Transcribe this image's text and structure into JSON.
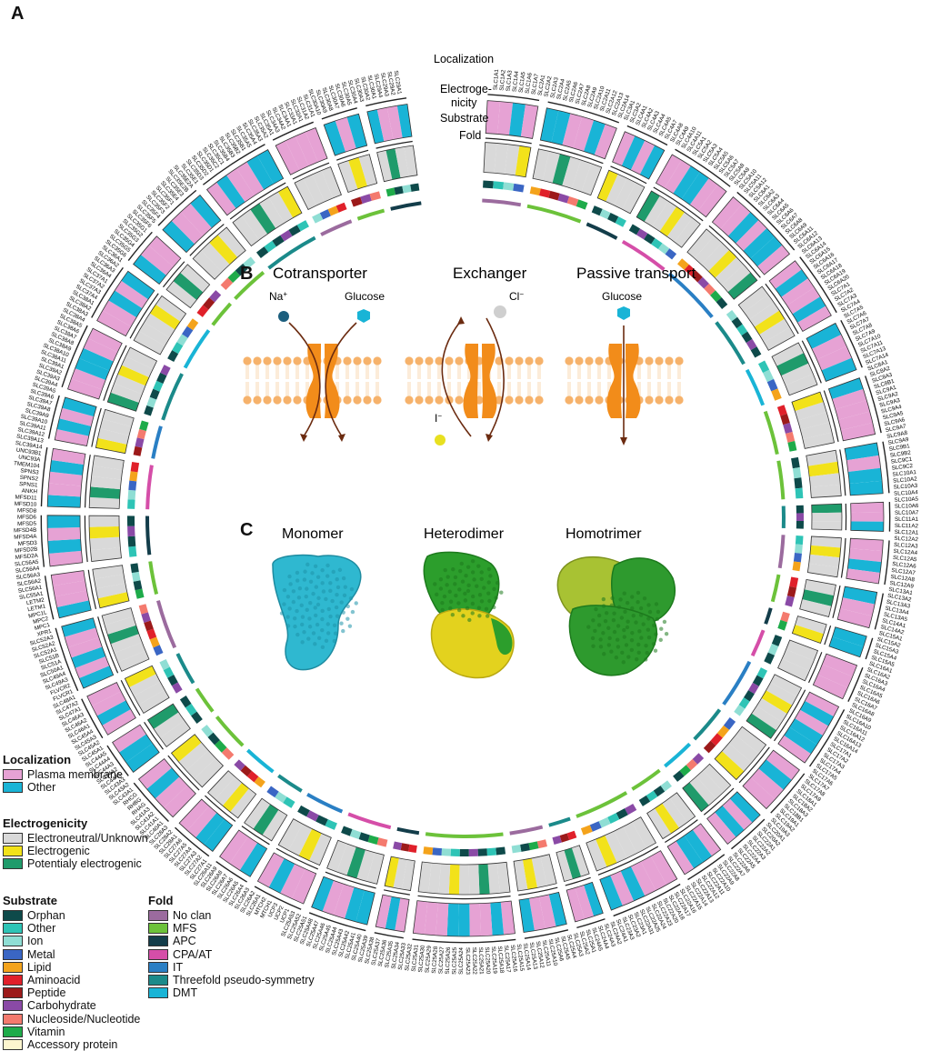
{
  "panels": {
    "a": "A",
    "b": "B",
    "c": "C"
  },
  "ring_labels": {
    "localization": "Localization",
    "electro_1": "Electroge-",
    "electro_2": "nicity",
    "substrate": "Substrate",
    "fold": "Fold"
  },
  "gene_labels": {
    "left": [
      "SLC40A1",
      "SLC41A1",
      "SLC41A2",
      "SLC41A3",
      "RHAG",
      "RHBG",
      "RHCG",
      "SLC43A1",
      "SLC43A2",
      "SLC43A3",
      "SLC44A1",
      "SLC44A2",
      "SLC44A3",
      "SLC44A4",
      "SLC44A5",
      "SLC45A1",
      "SLC45A2",
      "SLC45A3",
      "SLC45A4",
      "SLC46A1",
      "SLC46A2",
      "SLC46A3",
      "SLC47A1",
      "SLC47A2",
      "SLC48A1",
      "FLVCR1",
      "FLVCR2",
      "SLC49A3",
      "SLC49A4",
      "SLC50A1",
      "SLC51A",
      "SLC51B",
      "SLC52A1",
      "SLC52A2",
      "SLC52A3",
      "XPR1",
      "MPC1",
      "MPC2",
      "MPC1L",
      "LETM1",
      "LETM2",
      "SLC55A1",
      "SLC56A1",
      "SLC56A2",
      "SLC56A3",
      "SLC56A4",
      "SLC56A5",
      "MFSD2A",
      "MFSD2B",
      "MFSD3",
      "MFSD4A",
      "MFSD4B",
      "MFSD5",
      "MFSD6",
      "MFSD8",
      "MFSD10",
      "MFSD11",
      "ANKH",
      "SPNS1",
      "SPNS2",
      "SPNS3",
      "TMEM104",
      "UNC93A",
      "UNC93B1",
      "SLC39A14",
      "SLC39A13",
      "SLC39A12",
      "SLC39A11",
      "SLC39A10",
      "SLC39A9",
      "SLC39A8",
      "SLC39A7",
      "SLC39A6",
      "SLC39A5",
      "SLC39A4",
      "SLC39A3",
      "SLC39A2",
      "SLC39A1",
      "SLC38A11",
      "SLC38A10",
      "SLC38A9",
      "SLC38A8",
      "SLC38A7",
      "SLC38A6",
      "SLC38A5",
      "SLC38A4",
      "SLC38A3",
      "SLC38A2",
      "SLC38A1",
      "SLC37A4",
      "SLC37A3",
      "SLC37A2",
      "SLC37A1",
      "SLC36A4",
      "SLC36A3",
      "SLC36A2",
      "SLC36A1",
      "SLC35G6",
      "SLC35G5",
      "SLC35G4",
      "SLC35G3",
      "SLC35G2",
      "SLC35G1",
      "SLC35F6",
      "SLC35F5",
      "SLC35F4",
      "SLC35F3",
      "SLC35F2",
      "SLC35F1",
      "SLC35E4",
      "SLC35E3",
      "SLC35E2B",
      "SLC35E2A",
      "SLC35E1",
      "SLC35D3",
      "SLC35D2",
      "SLC35D1",
      "SLC35C2",
      "SLC35C1",
      "SLC35B4",
      "SLC35B3",
      "SLC35B2",
      "SLC35B1",
      "SLC35A5",
      "SLC35A4",
      "SLC35A3",
      "SLC35A2",
      "SLC35A1",
      "SLC34A3",
      "SLC34A2",
      "SLC34A1",
      "SLC33A1",
      "SLC32A1",
      "SLC31A2",
      "SLC31A1",
      "SLC30A10",
      "SLC30A9",
      "SLC30A8",
      "SLC30A7",
      "SLC30A6",
      "SLC30A5",
      "SLC30A4",
      "SLC30A3",
      "SLC30A2",
      "SLC30A1",
      "SLC29A4",
      "SLC29A3",
      "SLC29A2",
      "SLC29A1"
    ],
    "right": [
      "SLC1A1",
      "SLC1A2",
      "SLC1A3",
      "SLC1A4",
      "SLC1A5",
      "SLC1A6",
      "SLC1A7",
      "SLC2A1",
      "SLC2A2",
      "SLC2A3",
      "SLC2A4",
      "SLC2A5",
      "SLC2A6",
      "SLC2A7",
      "SLC2A8",
      "SLC2A9",
      "SLC2A10",
      "SLC2A11",
      "SLC2A12",
      "SLC2A13",
      "SLC2A14",
      "SLC3A1",
      "SLC3A2",
      "SLC4A1",
      "SLC4A2",
      "SLC4A3",
      "SLC4A4",
      "SLC4A5",
      "SLC4A7",
      "SLC4A8",
      "SLC4A9",
      "SLC4A10",
      "SLC4A11",
      "SLC5A1",
      "SLC5A2",
      "SLC5A3",
      "SLC5A4",
      "SLC5A5",
      "SLC5A6",
      "SLC5A7",
      "SLC5A8",
      "SLC5A9",
      "SLC5A10",
      "SLC5A11",
      "SLC5A12",
      "SLC6A1",
      "SLC6A2",
      "SLC6A3",
      "SLC6A4",
      "SLC6A5",
      "SLC6A6",
      "SLC6A7",
      "SLC6A8",
      "SLC6A9",
      "SLC6A11",
      "SLC6A12",
      "SLC6A13",
      "SLC6A14",
      "SLC6A15",
      "SLC6A16",
      "SLC6A17",
      "SLC6A18",
      "SLC6A19",
      "SLC6A20",
      "SLC7A1",
      "SLC7A2",
      "SLC7A3",
      "SLC7A4",
      "SLC7A5",
      "SLC7A6",
      "SLC7A7",
      "SLC7A8",
      "SLC7A9",
      "SLC7A10",
      "SLC7A11",
      "SLC7A13",
      "SLC7A14",
      "SLC8A1",
      "SLC8A2",
      "SLC8A3",
      "SLC8B1",
      "SLC9A1",
      "SLC9A2",
      "SLC9A3",
      "SLC9A4",
      "SLC9A5",
      "SLC9A6",
      "SLC9A7",
      "SLC9A8",
      "SLC9A9",
      "SLC9B1",
      "SLC9B2",
      "SLC9C1",
      "SLC9C2",
      "SLC10A1",
      "SLC10A2",
      "SLC10A3",
      "SLC10A4",
      "SLC10A5",
      "SLC10A6",
      "SLC10A7",
      "SLC11A1",
      "SLC11A2",
      "SLC12A1",
      "SLC12A2",
      "SLC12A3",
      "SLC12A4",
      "SLC12A5",
      "SLC12A6",
      "SLC12A7",
      "SLC12A8",
      "SLC12A9",
      "SLC13A1",
      "SLC13A2",
      "SLC13A3",
      "SLC13A4",
      "SLC13A5",
      "SLC14A1",
      "SLC14A2",
      "SLC15A1",
      "SLC15A2",
      "SLC15A3",
      "SLC15A4",
      "SLC15A5",
      "SLC16A1",
      "SLC16A2",
      "SLC16A3",
      "SLC16A4",
      "SLC16A5",
      "SLC16A6",
      "SLC16A7",
      "SLC16A8",
      "SLC16A9",
      "SLC16A10",
      "SLC16A11",
      "SLC16A12",
      "SLC16A13",
      "SLC16A14",
      "SLC17A1",
      "SLC17A2",
      "SLC17A3",
      "SLC17A4",
      "SLC17A5",
      "SLC17A6",
      "SLC17A7",
      "SLC17A8",
      "SLC17A9",
      "SLC18A1",
      "SLC18A2",
      "SLC18A3",
      "SLC18B1",
      "SLC19A1",
      "SLC19A2",
      "SLC19A3",
      "SLC20A1",
      "SLC20A2",
      "SLC22A1",
      "SLC22A2",
      "SLC22A3",
      "SLC22A4",
      "SLC22A5",
      "SLC22A6",
      "SLC22A7",
      "SLC22A8",
      "SLC22A9",
      "SLC22A10",
      "SLC22A11",
      "SLC22A12",
      "SLC22A13",
      "SLC22A14",
      "SLC22A15",
      "SLC22A16",
      "SLC22A17",
      "SLC22A18",
      "SLC22A20",
      "SLC22A23",
      "SLC22A24",
      "SLC22A25",
      "SLC22A31",
      "SLC23A1",
      "SLC23A2",
      "SLC23A3",
      "SLC24A1",
      "SLC24A2",
      "SLC24A3",
      "SLC24A4",
      "SLC24A5",
      "SLC25A1",
      "SLC25A2",
      "SLC25A3",
      "SLC25A4",
      "SLC25A5",
      "SLC25A6",
      "SLC25A10",
      "SLC25A11",
      "SLC25A12",
      "SLC25A13",
      "SLC25A14",
      "SLC25A15",
      "SLC25A16",
      "SLC25A17",
      "SLC25A18",
      "SLC25A19",
      "SLC25A20",
      "SLC25A21",
      "SLC25A22",
      "SLC25A23",
      "SLC25A24",
      "SLC25A25",
      "SLC25A26",
      "SLC25A27",
      "SLC25A28",
      "SLC25A29",
      "SLC25A30",
      "SLC25A31",
      "SLC25A32",
      "SLC25A33",
      "SLC25A34",
      "SLC25A35",
      "SLC25A36",
      "SLC25A37",
      "SLC25A38",
      "SLC25A39",
      "SLC25A40",
      "SLC25A41",
      "SLC25A42",
      "SLC25A43",
      "SLC25A44",
      "SLC25A45",
      "SLC25A46",
      "SLC25A47",
      "SLC25A48",
      "SLC25A51",
      "SLC25A52",
      "SLC25A53",
      "UCP1",
      "UCP2",
      "UCP3",
      "MTCH1",
      "MTCH2",
      "SLC26A1",
      "SLC26A2",
      "SLC26A3",
      "SLC26A4",
      "SLC26A5",
      "SLC26A6",
      "SLC26A7",
      "SLC26A8",
      "SLC26A9",
      "SLC26A11",
      "SLC27A1",
      "SLC27A2",
      "SLC27A3",
      "SLC27A4",
      "SLC27A5",
      "SLC27A6",
      "SLC28A1",
      "SLC28A2",
      "SLC28A3"
    ]
  },
  "ring_patterns": {
    "localization": [
      "#e6a2d4",
      "#e6a2d4",
      "#19b4d6",
      "#e6a2d4",
      "#19b4d6",
      "#19b4d6",
      "#e6a2d4",
      "#e6a2d4",
      "#19b4d6",
      "#e6a2d4",
      "#e6a2d4",
      "#19b4d6",
      "#e6a2d4",
      "#19b4d6",
      "#e6a2d4",
      "#e6a2d4",
      "#19b4d6",
      "#19b4d6",
      "#e6a2d4",
      "#e6a2d4"
    ],
    "electro": [
      "#d9d9d9",
      "#d9d9d9",
      "#d9d9d9",
      "#f2e21a",
      "#d9d9d9",
      "#d9d9d9",
      "#1f9b6b",
      "#d9d9d9",
      "#d9d9d9",
      "#d9d9d9",
      "#f2e21a",
      "#d9d9d9",
      "#d9d9d9",
      "#d9d9d9",
      "#1f9b6b",
      "#d9d9d9",
      "#d9d9d9",
      "#f2e21a",
      "#d9d9d9",
      "#d9d9d9"
    ],
    "substrate": [
      "#0e4a4a",
      "#2ec4b6",
      "#8fded4",
      "#3a66c4",
      "#f4a31b",
      "#e0202a",
      "#9c1a1a",
      "#8a4aa6",
      "#f47a6e",
      "#1eab4a",
      "#0e4a4a",
      "#8fded4",
      "#0e4a4a",
      "#2ec4b6",
      "#0e4a4a",
      "#8a4aa6"
    ],
    "fold": [
      "#9b6b9e",
      "#6cc23a",
      "#133d4a",
      "#d54ea8",
      "#2a7fc4",
      "#1b8a8a",
      "#19b4d6",
      "#6cc23a",
      "#6cc23a",
      "#1b8a8a"
    ]
  },
  "panel_b": {
    "cotransporter": "Cotransporter",
    "exchanger": "Exchanger",
    "passive": "Passive transport",
    "na": "Na",
    "na_sup": "+",
    "glucose_1": "Glucose",
    "cl": "Cl",
    "cl_sup": "−",
    "i": "I",
    "i_sup": "−",
    "glucose_2": "Glucose",
    "colors": {
      "membrane": "#f6b26b",
      "protein": "#f28c1a",
      "arrow": "#6b2b10",
      "na": "#1c5f7e",
      "glucose": "#19b4d6",
      "cl": "#cfcfcf",
      "iodide": "#e8e020"
    }
  },
  "panel_c": {
    "monomer": "Monomer",
    "heterodimer": "Heterodimer",
    "homotrimer": "Homotrimer",
    "colors": {
      "monomer": "#2fb8d0",
      "hetero_top": "#2c9e2c",
      "hetero_bottom": "#e3d21e",
      "trimer_light": "#a8c233",
      "trimer_dark": "#2e9a2e"
    }
  },
  "legend": {
    "localization": {
      "title": "Localization",
      "items": [
        {
          "label": "Plasma membrane",
          "color": "#e6a2d4"
        },
        {
          "label": "Other",
          "color": "#19b4d6"
        }
      ]
    },
    "electrogenicity": {
      "title": "Electrogenicity",
      "items": [
        {
          "label": "Electroneutral/Unknown",
          "color": "#d9d9d9"
        },
        {
          "label": "Electrogenic",
          "color": "#f2e21a"
        },
        {
          "label": "Potentialy electrogenic",
          "color": "#1f9b6b"
        }
      ]
    },
    "substrate": {
      "title": "Substrate",
      "items": [
        {
          "label": "Orphan",
          "color": "#0e4a4a"
        },
        {
          "label": "Other",
          "color": "#2ec4b6"
        },
        {
          "label": "Ion",
          "color": "#8fded4"
        },
        {
          "label": "Metal",
          "color": "#3a66c4"
        },
        {
          "label": "Lipid",
          "color": "#f4a31b"
        },
        {
          "label": "Aminoacid",
          "color": "#e0202a"
        },
        {
          "label": "Peptide",
          "color": "#9c1a1a"
        },
        {
          "label": "Carbohydrate",
          "color": "#8a4aa6"
        },
        {
          "label": "Nucleoside/Nucleotide",
          "color": "#f47a6e"
        },
        {
          "label": "Vitamin",
          "color": "#1eab4a"
        },
        {
          "label": "Accessory protein",
          "color": "#fdf6cf"
        }
      ]
    },
    "fold": {
      "title": "Fold",
      "items": [
        {
          "label": "No clan",
          "color": "#9b6b9e"
        },
        {
          "label": "MFS",
          "color": "#6cc23a"
        },
        {
          "label": "APC",
          "color": "#133d4a"
        },
        {
          "label": "CPA/AT",
          "color": "#d54ea8"
        },
        {
          "label": "IT",
          "color": "#2a7fc4"
        },
        {
          "label": "Threefold pseudo-symmetry",
          "color": "#1b8a8a"
        },
        {
          "label": "DMT",
          "color": "#19b4d6"
        }
      ]
    }
  }
}
